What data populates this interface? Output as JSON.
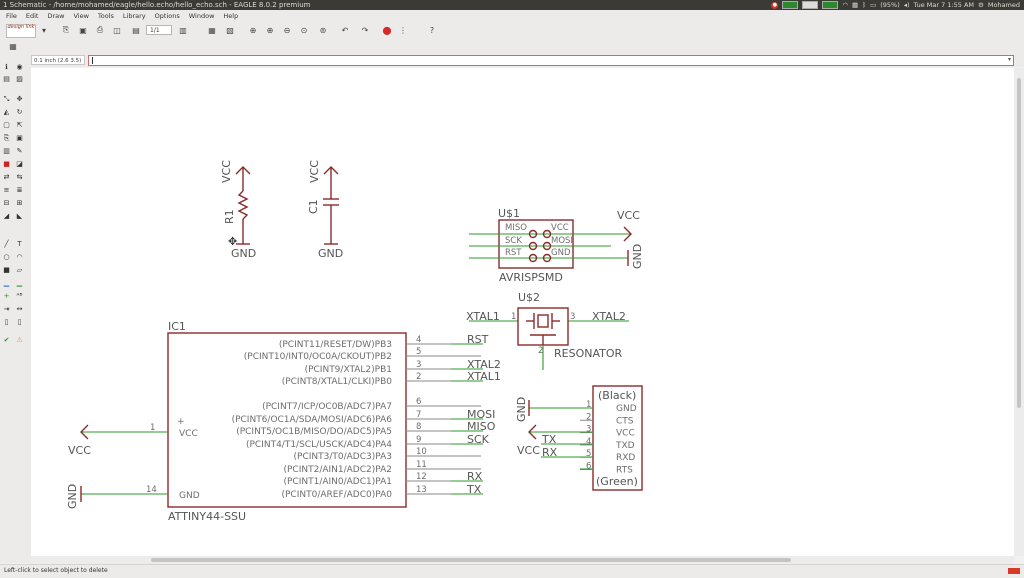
{
  "window": {
    "title": "1 Schematic - /home/mohamed/eagle/hello.echo/hello_echo.sch - EAGLE 8.0.2 premium"
  },
  "tray": {
    "battery": "(95%)",
    "time": "Tue Mar 7  1:55 AM",
    "user": "Mohamed"
  },
  "menu": [
    "File",
    "Edit",
    "Draw",
    "View",
    "Tools",
    "Library",
    "Options",
    "Window",
    "Help"
  ],
  "toolbar": {
    "logo_text": "design link",
    "sheet": "1/1"
  },
  "coord_display": "0.1 inch (2.6 3.5)",
  "command_line": "",
  "status": "Left-click to select object to delete",
  "schematic": {
    "r1": {
      "name": "R1",
      "vcc": "VCC",
      "gnd": "GND"
    },
    "c1": {
      "name": "C1",
      "vcc": "VCC",
      "gnd": "GND"
    },
    "u1": {
      "name": "U$1",
      "value": "AVRISPSMD",
      "pins_left": [
        "MISO",
        "SCK",
        "RST"
      ],
      "pins_right": [
        "VCC",
        "MOSI",
        "GND"
      ],
      "vcc": "VCC",
      "gnd": "GND"
    },
    "u2": {
      "name": "U$2",
      "value": "RESONATOR",
      "left_net": "XTAL1",
      "right_net": "XTAL2",
      "pin_left": "1",
      "pin_right": "3",
      "pin_bottom": "2"
    },
    "ic1": {
      "name": "IC1",
      "value": "ATTINY44-SSU",
      "vcc_label": "VCC",
      "gnd_label": "GND",
      "plus": "+",
      "vcc_pin": "1",
      "gnd_pin": "14",
      "vcc_net": "VCC",
      "gnd_net": "GND",
      "pins": [
        {
          "func": "(PCINT11/RESET/DW)PB3",
          "num": "4",
          "net": "RST"
        },
        {
          "func": "(PCINT10/INT0/OC0A/CKOUT)PB2",
          "num": "5",
          "net": ""
        },
        {
          "func": "(PCINT9/XTAL2)PB1",
          "num": "3",
          "net": "XTAL2"
        },
        {
          "func": "(PCINT8/XTAL1/CLKI)PB0",
          "num": "2",
          "net": "XTAL1"
        },
        {
          "func": "(PCINT7/ICP/OC0B/ADC7)PA7",
          "num": "6",
          "net": ""
        },
        {
          "func": "(PCINT6/OC1A/SDA/MOSI/ADC6)PA6",
          "num": "7",
          "net": "MOSI"
        },
        {
          "func": "(PCINT5/OC1B/MISO/DO/ADC5)PA5",
          "num": "8",
          "net": "MISO"
        },
        {
          "func": "(PCINT4/T1/SCL/USCK/ADC4)PA4",
          "num": "9",
          "net": "SCK"
        },
        {
          "func": "(PCINT3/T0/ADC3)PA3",
          "num": "10",
          "net": ""
        },
        {
          "func": "(PCINT2/AIN1/ADC2)PA2",
          "num": "11",
          "net": ""
        },
        {
          "func": "(PCINT1/AIN0/ADC1)PA1",
          "num": "12",
          "net": "RX"
        },
        {
          "func": "(PCINT0/AREF/ADC0)PA0",
          "num": "13",
          "net": "TX"
        }
      ]
    },
    "ftdi": {
      "top": "(Black)",
      "bottom": "(Green)",
      "pins": [
        {
          "num": "1",
          "label": "GND"
        },
        {
          "num": "2",
          "label": "CTS"
        },
        {
          "num": "3",
          "label": "VCC"
        },
        {
          "num": "4",
          "label": "TXD"
        },
        {
          "num": "5",
          "label": "RXD"
        },
        {
          "num": "6",
          "label": "RTS"
        }
      ],
      "gnd_net": "GND",
      "vcc_net": "VCC",
      "tx_net": "TX",
      "rx_net": "RX"
    }
  },
  "colors": {
    "symbol": "#8b2a2a",
    "net": "#2a9a2a",
    "text": "#555555",
    "pin": "#8a8a8a"
  }
}
